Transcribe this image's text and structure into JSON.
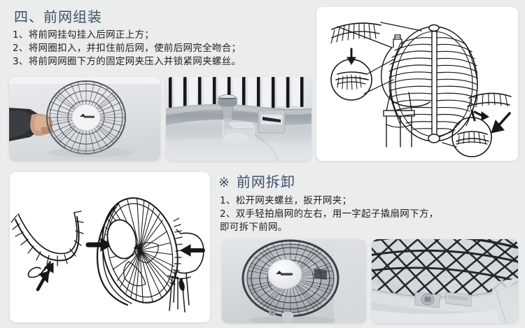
{
  "sections": {
    "assembly": {
      "heading": "四、前网组装",
      "steps": [
        "1、将前网挂勾挂入后网正上方；",
        "2、将网圈扣入，并扣住前后网，使前后网完全吻合；",
        "3、将前网网圈下方的固定网夹压入并锁紧网夹螺丝。"
      ]
    },
    "removal": {
      "mark": "※",
      "heading": "前网拆卸",
      "steps": [
        "1、松开网夹螺丝，扳开网夹；",
        "2、双手轻拍扇网的左右，用一字起子撬扇网下方，",
        "即可拆下前网。"
      ]
    }
  },
  "figures": {
    "front_guard_hand": {
      "name": "手持前网照片",
      "logo_text": "艾美特",
      "type": "photo"
    },
    "clamp_detail": {
      "name": "网夹螺丝特写照片",
      "type": "photo"
    },
    "assembly_diagram": {
      "name": "前网组装示意图",
      "type": "line-drawing"
    },
    "removal_diagram": {
      "name": "前网拆卸示意图",
      "type": "line-drawing"
    },
    "fan_front": {
      "name": "电风扇正面照片",
      "logo_text": "艾美特",
      "type": "photo"
    },
    "guard_screw": {
      "name": "网夹螺丝位置照片",
      "type": "photo"
    }
  },
  "colors": {
    "page_background": "#ebecec",
    "heading_text": "#3e506b",
    "body_text": "#1f1f1f",
    "panel_background": "#ffffff",
    "ink": "#1a1a1a"
  }
}
